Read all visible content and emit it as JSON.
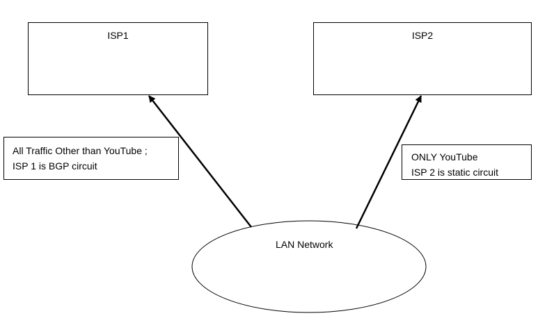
{
  "nodes": {
    "isp1": {
      "label": "ISP1"
    },
    "isp2": {
      "label": "ISP2"
    },
    "lan": {
      "label": "LAN Network"
    }
  },
  "notes": {
    "isp1": {
      "line1": "All Traffic Other than YouTube ;",
      "line2": "ISP 1 is BGP circuit"
    },
    "isp2": {
      "line1": "ONLY  YouTube",
      "line2": "ISP 2 is static circuit"
    }
  },
  "edges": [
    {
      "from": "lan",
      "to": "isp1"
    },
    {
      "from": "lan",
      "to": "isp2"
    }
  ],
  "colors": {
    "line": "#000000",
    "background": "#ffffff"
  }
}
